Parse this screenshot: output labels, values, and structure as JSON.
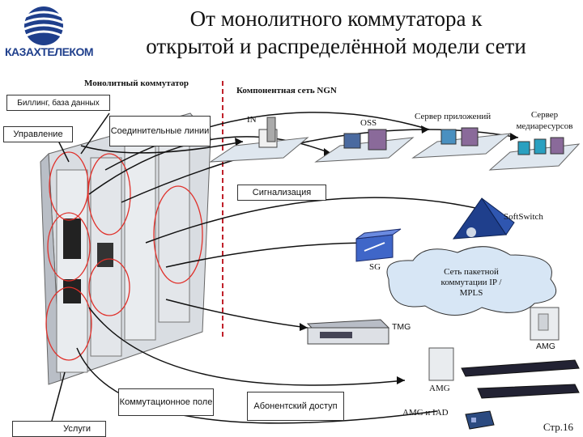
{
  "logo": {
    "text": "КАЗАХТЕЛЕКОМ"
  },
  "title": {
    "line1": "От монолитного коммутатора к",
    "line2": "открытой и распределённой модели сети"
  },
  "labels": {
    "monolithic_switch": "Монолитный коммутатор",
    "component_network": "Компонентная сеть NGN",
    "billing": "Биллинг, база данных",
    "management": "Управление",
    "connecting_lines": "Соединительные линии",
    "in": "IN",
    "oss": "OSS",
    "app_server": "Сервер приложений",
    "media_server": "Сервер медиаресурсов",
    "signaling": "Сигнализация",
    "softswitch": "SoftSwitch",
    "sg": "SG",
    "packet_network": "Сеть пакетной коммутации IP / MPLS",
    "tmg": "TMG",
    "amg1": "AMG",
    "amg2": "AMG",
    "amg_iad": "AMG и IAD",
    "switching_field": "Коммутационное поле",
    "subscriber_access": "Абонентский доступ",
    "services": "Услуги",
    "page": "Стр.16"
  },
  "colors": {
    "brand_blue": "#1f3f8c",
    "circle_red": "#e0302a",
    "dashed_red": "#c0202a",
    "cloud_blue": "#d7e6f5"
  },
  "icons": [
    "globe-logo-icon",
    "server-rack-icon",
    "softswitch-pyramid-icon",
    "signaling-gateway-icon",
    "cloud-icon",
    "media-gateway-icon"
  ]
}
